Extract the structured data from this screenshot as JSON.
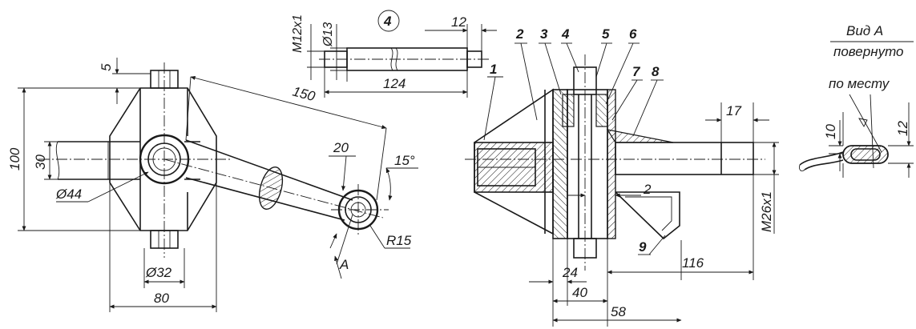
{
  "left_view": {
    "dim_150": "150",
    "dim_5": "5",
    "dim_100": "100",
    "dim_30": "30",
    "dim_44": "Ø44",
    "dim_32": "Ø32",
    "dim_80": "80",
    "dim_20": "20",
    "dim_15deg": "15°",
    "dim_r15": "R15",
    "view_arrow": "A"
  },
  "part4_detail": {
    "thread": "M12x1",
    "dia": "Ø13",
    "part_number": "4",
    "length_12": "12",
    "length_124": "124"
  },
  "section_view": {
    "callouts": [
      "1",
      "2",
      "3",
      "4",
      "5",
      "6",
      "7",
      "8",
      "9"
    ],
    "dim_17": "17",
    "dim_2": "2",
    "thread": "M26x1",
    "dim_24": "24",
    "dim_40": "40",
    "dim_58": "58",
    "dim_116": "116"
  },
  "view_a": {
    "title": "Вид А",
    "subtitle": "повернуто",
    "note": "по месту",
    "dim_10": "10",
    "dim_12": "12"
  }
}
